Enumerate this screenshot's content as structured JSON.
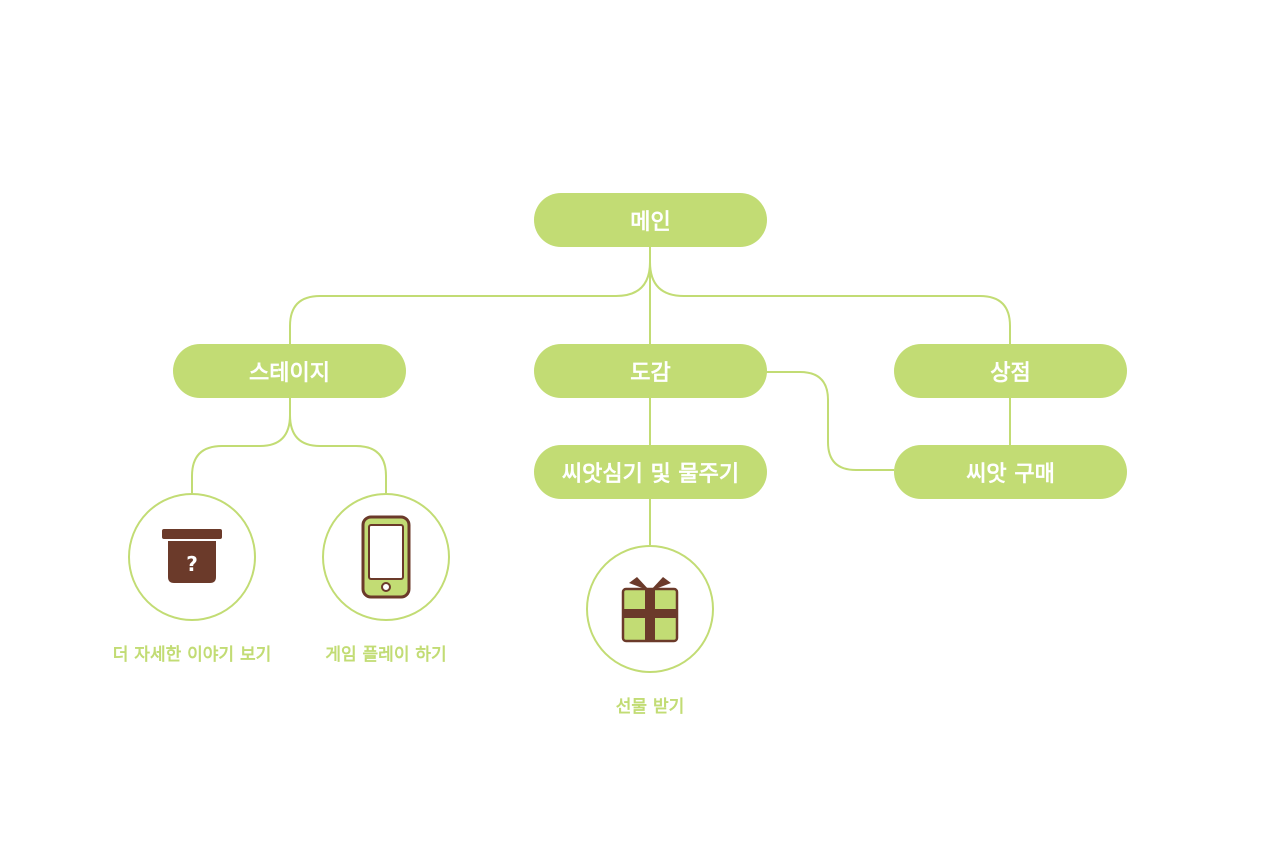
{
  "nodes": {
    "main": "메인",
    "stage": "스테이지",
    "collection": "도감",
    "shop": "상점",
    "plant_water": "씨앗심기 및 물주기",
    "buy_seed": "씨앗 구매"
  },
  "leaves": {
    "story": {
      "label": "더 자세한 이야기 보기",
      "icon": "mystery-box-icon"
    },
    "play": {
      "label": "게임 플레이 하기",
      "icon": "smartphone-icon"
    },
    "gift": {
      "label": "선물 받기",
      "icon": "gift-box-icon"
    }
  },
  "colors": {
    "accent": "#c2dc74",
    "icon_brown": "#6b3a2a",
    "text_light": "#ffffff"
  }
}
